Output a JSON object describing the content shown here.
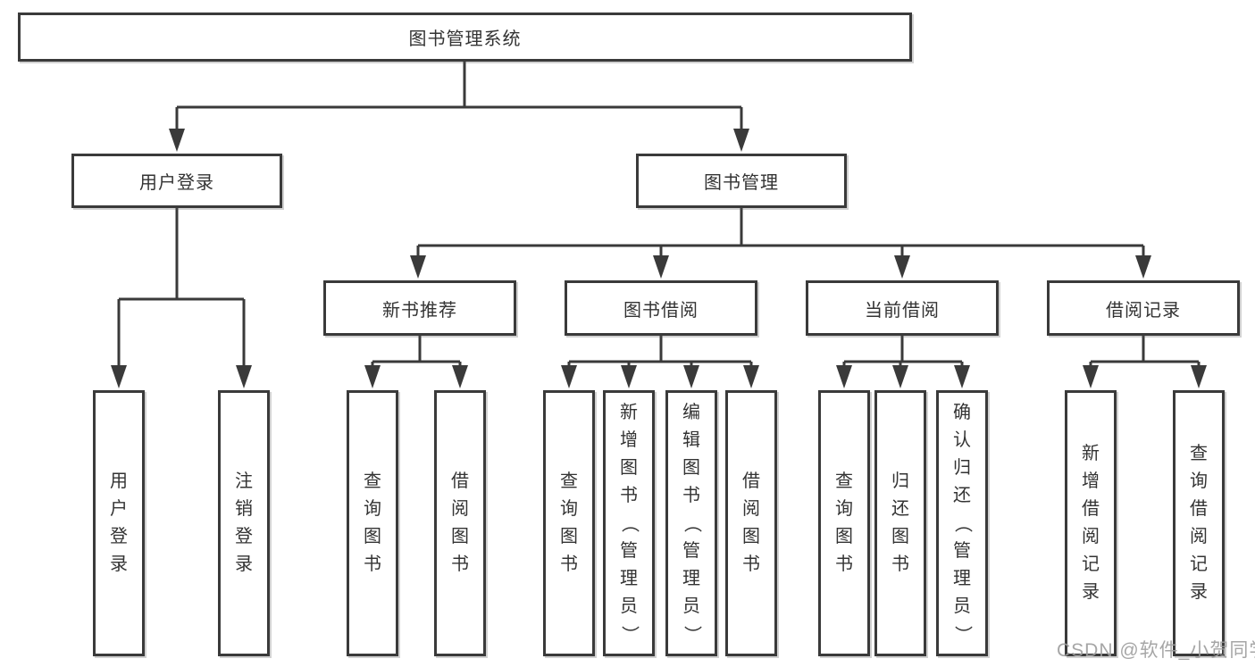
{
  "diagram_colors": {
    "line": "#3a3a3a",
    "border": "#3a3a3a",
    "text": "#333333",
    "watermark": "#9e9e9e",
    "background": "#ffffff"
  },
  "tree": {
    "root": "图书管理系统",
    "children": [
      {
        "label": "用户登录",
        "children": [
          "用户登录",
          "注销登录"
        ]
      },
      {
        "label": "图书管理",
        "children": [
          {
            "label": "新书推荐",
            "children": [
              "查询图书",
              "借阅图书"
            ]
          },
          {
            "label": "图书借阅",
            "children": [
              "查询图书",
              "新增图书（管理员）",
              "编辑图书（管理员）",
              "借阅图书"
            ]
          },
          {
            "label": "当前借阅",
            "children": [
              "查询图书",
              "归还图书",
              "确认归还（管理员）"
            ]
          },
          {
            "label": "借阅记录",
            "children": [
              "新增借阅记录",
              "查询借阅记录"
            ]
          }
        ]
      }
    ]
  },
  "watermark": "CSDN @软件_小贺同学"
}
